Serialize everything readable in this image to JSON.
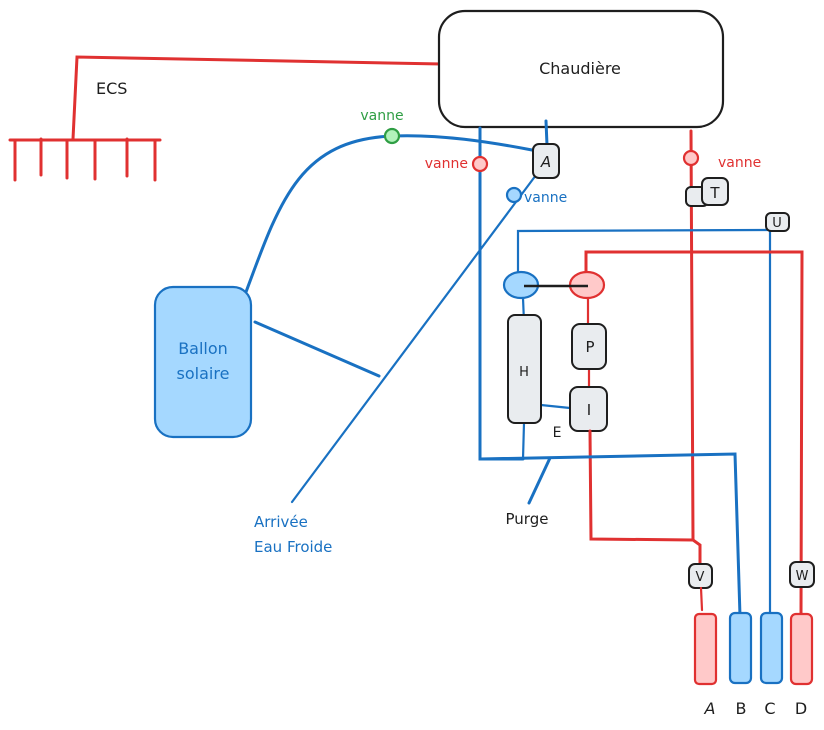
{
  "diagram": {
    "title": "Schéma hydraulique chaudière et ballon solaire",
    "colors": {
      "hot": "#e03131",
      "hot_fill": "#ffc9c9",
      "cold": "#1971c2",
      "cold_fill": "#a5d8ff",
      "valve_green": "#2f9e44",
      "valve_green_fill": "#b2f2bb",
      "component_fill": "#e9ecef",
      "ink": "#1e1e1e"
    },
    "boiler": {
      "label": "Chaudière"
    },
    "ecs": {
      "label": "ECS",
      "outlet_count": 6
    },
    "solar_tank": {
      "label_line1": "Ballon",
      "label_line2": "solaire"
    },
    "cold_inlet": {
      "label_line1": "Arrivée",
      "label_line2": "Eau Froide"
    },
    "purge": {
      "label": "Purge"
    },
    "valves": [
      {
        "id": "valve-green",
        "label": "vanne",
        "color": "green"
      },
      {
        "id": "valve-red-left",
        "label": "vanne",
        "color": "red"
      },
      {
        "id": "valve-blue",
        "label": "vanne",
        "color": "blue"
      },
      {
        "id": "valve-red-right",
        "label": "vanne",
        "color": "red"
      }
    ],
    "components": {
      "A": "A",
      "T": "T",
      "U": "U",
      "H": "H",
      "P": "P",
      "I": "I",
      "E": "E",
      "V": "V",
      "W": "W"
    },
    "outlets": [
      {
        "label": "A",
        "type": "hot"
      },
      {
        "label": "B",
        "type": "cold"
      },
      {
        "label": "C",
        "type": "cold"
      },
      {
        "label": "D",
        "type": "hot"
      }
    ]
  }
}
